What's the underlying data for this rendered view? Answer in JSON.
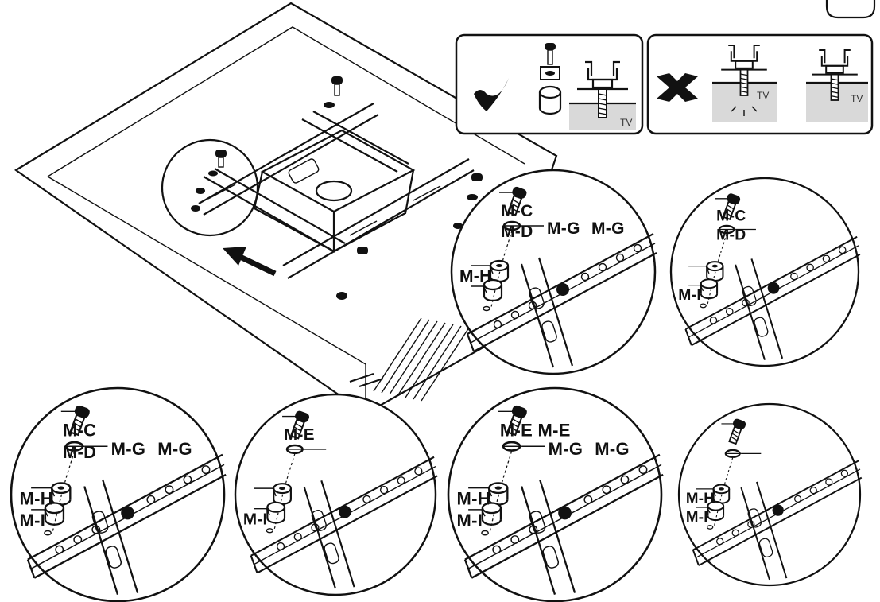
{
  "palette": {
    "line": "#111111",
    "background": "#ffffff",
    "shade": "#d9d9d9"
  },
  "ok_panel": {
    "tv_label": "TV",
    "mark_icon": "check-icon"
  },
  "bad_panel": {
    "tv_label_left": "TV",
    "tv_label_right": "TV",
    "mark_icon": "cross-icon"
  },
  "details": [
    {
      "id": "d1",
      "labels": {
        "a": "M-C",
        "b": "M-D",
        "g1": "M-G",
        "g2": "M-G",
        "h": "M-H",
        "i": ""
      }
    },
    {
      "id": "d2",
      "labels": {
        "a": "M-C",
        "b": "M-D",
        "g1": "",
        "g2": "",
        "h": "",
        "i": "M-I"
      }
    },
    {
      "id": "d3",
      "labels": {
        "a": "M-C",
        "b": "M-D",
        "g1": "M-G",
        "g2": "M-G",
        "h": "M-H",
        "i": "M-I"
      }
    },
    {
      "id": "d4",
      "labels": {
        "a": "M-E",
        "b": "",
        "g1": "",
        "g2": "",
        "h": "",
        "i": "M-I"
      }
    },
    {
      "id": "d5",
      "labels": {
        "a": "M-E M-E",
        "b": "",
        "g1": "M-G",
        "g2": "M-G",
        "h": "M-H",
        "i": "M-I"
      }
    },
    {
      "id": "d6",
      "labels": {
        "a": "",
        "b": "",
        "g1": "",
        "g2": "",
        "h": "M-H",
        "i": "M-I"
      }
    }
  ]
}
